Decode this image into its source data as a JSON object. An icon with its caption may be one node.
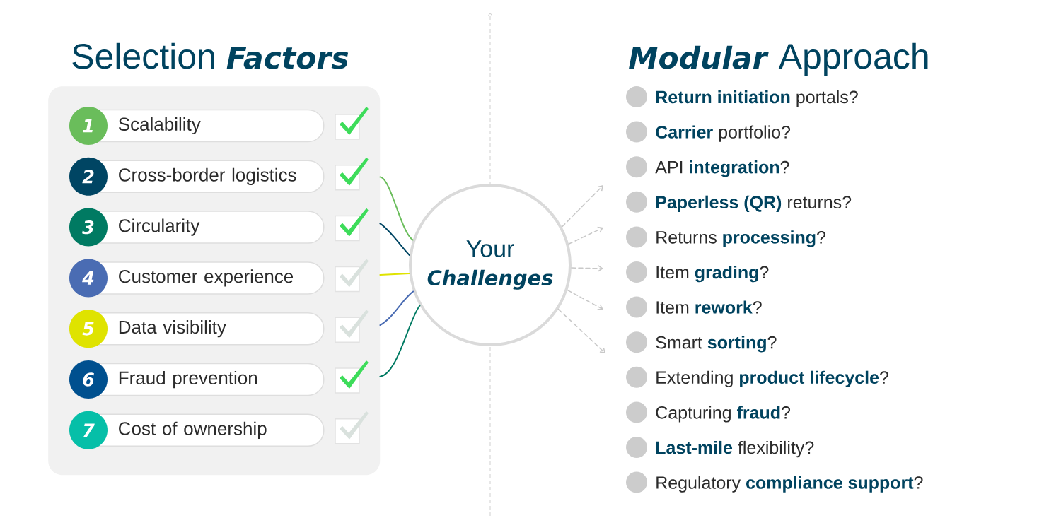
{
  "diagram": {
    "nodes": [
      {
        "text": [
          "Selection *Factors*"
        ]
      },
      {
        "text": [
          "1",
          "Scalability"
        ],
        "in": 0
      },
      {
        "text": [
          "2",
          "Cross-border logistics"
        ],
        "in": 0
      },
      {
        "text": [
          "3",
          "Circularity"
        ],
        "in": 0
      },
      {
        "text": [
          "4",
          "Customer experience"
        ],
        "in": 0
      },
      {
        "text": [
          "5",
          "Data visibility"
        ],
        "in": 0
      },
      {
        "text": [
          "6",
          "Fraud prevention"
        ],
        "in": 0
      },
      {
        "text": [
          "7",
          "Cost of ownership"
        ],
        "in": 0
      },
      {
        "text": [
          "Your *Challenges*"
        ]
      }
    ],
    "edges": [
      {
        "from": 0,
        "to": 8,
        "arrow": "none",
        "color": "#6abd5b"
      },
      {
        "from": 0,
        "to": 8,
        "arrow": "none",
        "color": "#004563"
      },
      {
        "from": 0,
        "to": 8,
        "arrow": "none",
        "color": "#dfe300"
      },
      {
        "from": 0,
        "to": 8,
        "arrow": "none",
        "color": "#4a6cb3"
      },
      {
        "from": 0,
        "to": 8,
        "arrow": "none",
        "color": "#007a62"
      },
      {
        "from": 8,
        "to": null,
        "arrow": "to",
        "style": "dashed",
        "color": "#c8c8c8"
      },
      {
        "from": 8,
        "to": null,
        "arrow": "to",
        "style": "dashed",
        "color": "#c8c8c8"
      },
      {
        "from": 8,
        "to": null,
        "arrow": "to",
        "style": "dashed",
        "color": "#c8c8c8"
      },
      {
        "from": 8,
        "to": null,
        "arrow": "to",
        "style": "dashed",
        "color": "#c8c8c8"
      },
      {
        "from": 8,
        "to": null,
        "arrow": "to",
        "style": "dashed",
        "color": "#c8c8c8"
      }
    ],
    "labels": [
      "*Modular* Approach",
      "**Return initiation** portals?",
      "**Carrier** portfolio?",
      "API **integration**?",
      "**Paperless (QR)** returns?",
      "Returns **processing**?",
      "Item **grading**?",
      "Item **rework**?",
      "Smart **sorting**?",
      "Extending **product lifecycle**?",
      "Capturing **fraud**?",
      "**Last-mile** flexibility?",
      "Regulatory **compliance support**?"
    ]
  }
}
